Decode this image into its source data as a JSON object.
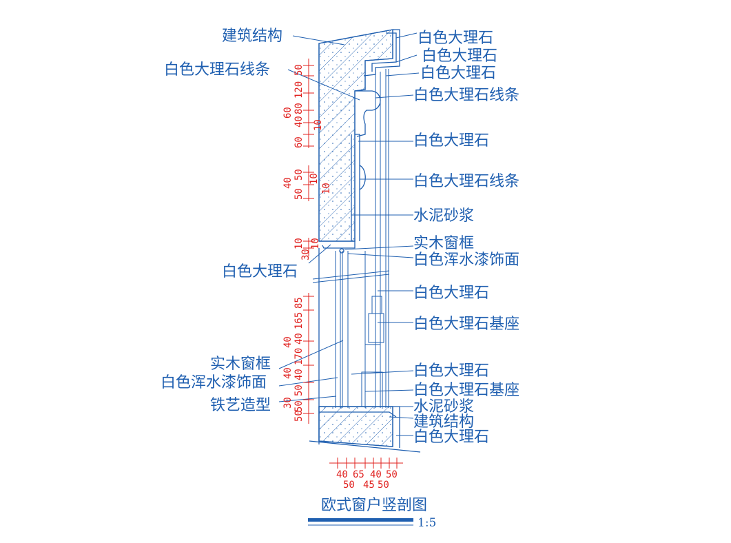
{
  "labels": {
    "left": [
      {
        "id": "l-structure-top",
        "text": "建筑结构"
      },
      {
        "id": "l-marble-moulding-top",
        "text": "白色大理石线条"
      },
      {
        "id": "l-marble-sill",
        "text": "白色大理石"
      },
      {
        "id": "l-wood-frame-low",
        "text": "实木窗框"
      },
      {
        "id": "l-paint-low",
        "text": "白色浑水漆饰面"
      },
      {
        "id": "l-iron",
        "text": "铁艺造型"
      }
    ],
    "right": [
      {
        "id": "r1",
        "text": "白色大理石"
      },
      {
        "id": "r2",
        "text": "白色大理石"
      },
      {
        "id": "r3",
        "text": "白色大理石"
      },
      {
        "id": "r4",
        "text": "白色大理石线条"
      },
      {
        "id": "r5",
        "text": "白色大理石"
      },
      {
        "id": "r6",
        "text": "白色大理石线条"
      },
      {
        "id": "r7",
        "text": "水泥砂浆"
      },
      {
        "id": "r8",
        "text": "实木窗框"
      },
      {
        "id": "r9",
        "text": "白色浑水漆饰面"
      },
      {
        "id": "r10",
        "text": "白色大理石"
      },
      {
        "id": "r11",
        "text": "白色大理石基座"
      },
      {
        "id": "r12",
        "text": "白色大理石"
      },
      {
        "id": "r13",
        "text": "白色大理石基座"
      },
      {
        "id": "r14",
        "text": "水泥砂浆"
      },
      {
        "id": "r15",
        "text": "建筑结构"
      },
      {
        "id": "r16",
        "text": "白色大理石"
      }
    ]
  },
  "dims": {
    "upper_a": [
      "50",
      "120",
      "80",
      "40",
      "10"
    ],
    "upper_b": [
      "60",
      "60"
    ],
    "mid_a": [
      "50",
      "10",
      "10"
    ],
    "mid_b": [
      "40",
      "50"
    ],
    "sill": [
      "10",
      "10",
      "30"
    ],
    "lower_a": [
      "85",
      "165",
      "40",
      "170",
      "40",
      "50",
      "50"
    ],
    "lower_b": [
      "40",
      "40",
      "30",
      "50"
    ],
    "bottom_row1": [
      "40",
      "65",
      "40",
      "50"
    ],
    "bottom_row2": [
      "50",
      "45",
      "50"
    ]
  },
  "title": "欧式窗户竖剖图",
  "scale": "1:5",
  "colors": {
    "line": "#1f5fb0",
    "dimension": "#e0201e",
    "hatch": "#1f5fb0"
  }
}
